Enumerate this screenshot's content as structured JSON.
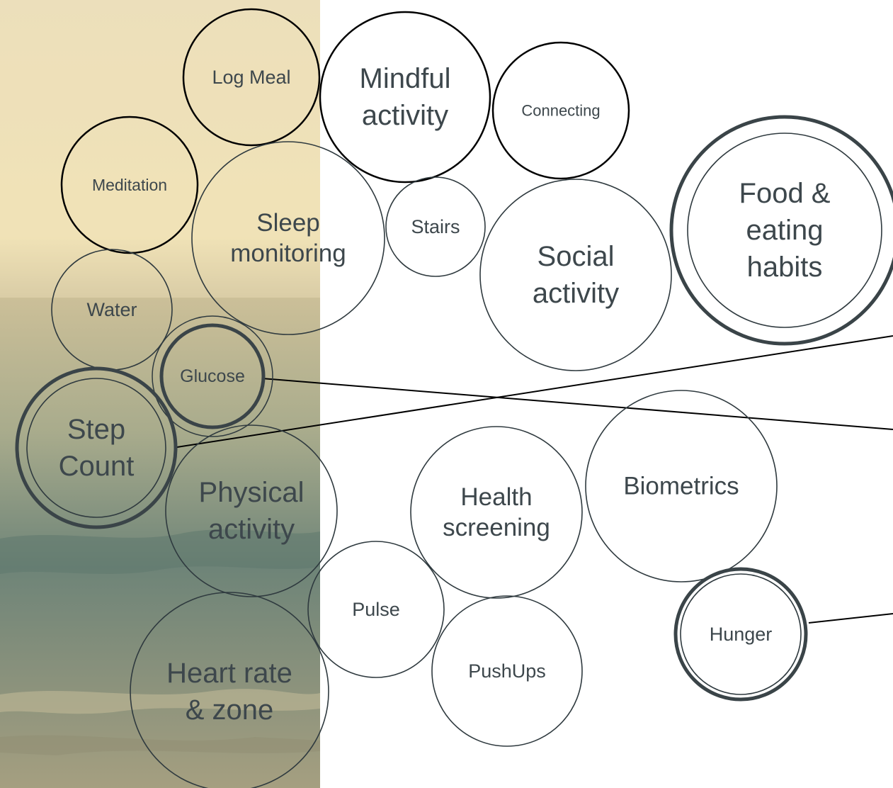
{
  "colors": {
    "sky_top": "#e9dcb8",
    "sky_mid": "#efe1b2",
    "horizon": "#cbbf98",
    "sea_top": "#a8ab8c",
    "wave": "#6e8478",
    "sea_bottom": "#a59f80",
    "text": "#3d474c",
    "stroke": "#2f3a3f",
    "thick_stroke": "#3a4448"
  },
  "bubbles": [
    {
      "id": "log-meal",
      "label": [
        "Log Meal"
      ],
      "style": "black"
    },
    {
      "id": "mindful-activity",
      "label": [
        "Mindful",
        "activity"
      ],
      "style": "black"
    },
    {
      "id": "connecting",
      "label": [
        "Connecting"
      ],
      "style": "black"
    },
    {
      "id": "meditation",
      "label": [
        "Meditation"
      ],
      "style": "black"
    },
    {
      "id": "sleep-monitoring",
      "label": [
        "Sleep",
        "monitoring"
      ],
      "style": "thin"
    },
    {
      "id": "stairs",
      "label": [
        "Stairs"
      ],
      "style": "thin"
    },
    {
      "id": "social-activity",
      "label": [
        "Social",
        "activity"
      ],
      "style": "thin"
    },
    {
      "id": "food-eating-habits",
      "label": [
        "Food &",
        "eating",
        "habits"
      ],
      "style": "double"
    },
    {
      "id": "water",
      "label": [
        "Water"
      ],
      "style": "thin"
    },
    {
      "id": "glucose",
      "label": [
        "Glucose"
      ],
      "style": "double"
    },
    {
      "id": "step-count",
      "label": [
        "Step",
        "Count"
      ],
      "style": "double"
    },
    {
      "id": "physical-activity",
      "label": [
        "Physical",
        "activity"
      ],
      "style": "thin"
    },
    {
      "id": "health-screening",
      "label": [
        "Health",
        "screening"
      ],
      "style": "thin"
    },
    {
      "id": "biometrics",
      "label": [
        "Biometrics"
      ],
      "style": "thin"
    },
    {
      "id": "pulse",
      "label": [
        "Pulse"
      ],
      "style": "thin"
    },
    {
      "id": "pushups",
      "label": [
        "PushUps"
      ],
      "style": "thin"
    },
    {
      "id": "hunger",
      "label": [
        "Hunger"
      ],
      "style": "double"
    },
    {
      "id": "heart-rate-zone",
      "label": [
        "Heart rate",
        "& zone"
      ],
      "style": "thin"
    }
  ],
  "connectors": [
    {
      "id": "step-count-connector",
      "from": "step-count"
    },
    {
      "id": "glucose-connector",
      "from": "glucose"
    },
    {
      "id": "hunger-connector",
      "from": "hunger"
    }
  ]
}
